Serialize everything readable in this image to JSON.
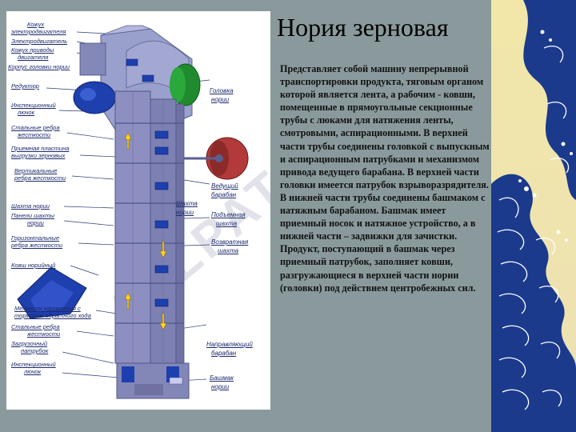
{
  "slide": {
    "title": "Нория зерновая",
    "body": "Представляет собой машину непрерывной транспортировки продукта, тяговым органом которой является лента, а рабочим - ковши, помещенные в прямоугольные секционные трубы с люками для натяжения ленты, смотровыми, аспирационными. В верхней части трубы соединены головкой с выпускным и аспирационным патрубками и механизмом привода ведущего барабана. В верхней части головки имеется патрубок взрыворазрядителя. В нижней части трубы соединены башмаком с натяжным барабаном. Башмак имеет приемный носок и натяжное устройство, а в нижней части – задвижки для зачистки. Продукт, поступающий в башмак через приемный патрубок, заполняет ковши, разгружающиеся в верхней части нории (головки) под действием центробежных сил."
  },
  "diagram": {
    "watermark": "ALLPAT",
    "left_labels": [
      "Кожух",
      "электродвигателя",
      "Электродвигатель",
      "Кожух приводы",
      "двигателя",
      "Корпус головки нории",
      "Редуктор",
      "Инспекционный",
      "лючок",
      "Стальные ребра",
      "жесткости",
      "Приемная пластина",
      "выгрузки зерновых",
      "Вертикальные",
      "ребра жесткости",
      "Шахта нории",
      "Панели шахты",
      "нории",
      "Горизонтальные",
      "ребра жесткости",
      "Ковш норийный",
      "Механизм натяжения с",
      "тормозом обратного хода",
      "Стальные ребра",
      "жесткости",
      "Загрузочный",
      "патрубок",
      "Инспекционный",
      "лючок"
    ],
    "right_labels": [
      "Головка",
      "нории",
      "Ведущий",
      "барабан",
      "Шахта",
      "нории",
      "Подъемная",
      "шахта",
      "Возвратная",
      "шахта",
      "Направляющий",
      "барабан",
      "Башмак",
      "нории"
    ]
  },
  "colors": {
    "label_text": "#1c2a6b",
    "elevator_body": "#8c8fc0",
    "bucket_blue": "#1e3fae",
    "gear_red": "#b33a3a",
    "motor_green": "#1f8a2e",
    "wave_dark": "#1b3a8c"
  }
}
